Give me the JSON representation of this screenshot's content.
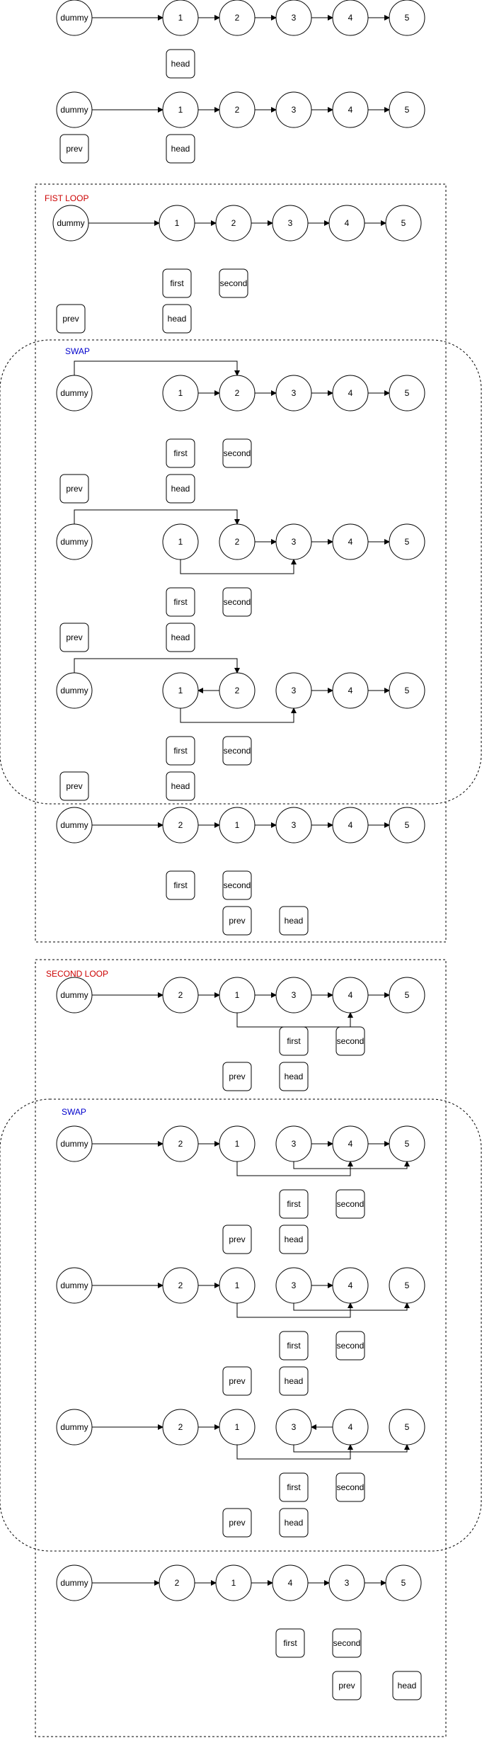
{
  "colors": {
    "stroke": "#000000",
    "loop_title": "#cc0000",
    "swap_title": "#0000cc",
    "background": "#ffffff"
  },
  "sections": {
    "first_loop": {
      "title": "FIST LOOP"
    },
    "first_swap": {
      "title": "SWAP"
    },
    "second_loop": {
      "title": "SECOND LOOP"
    },
    "second_swap": {
      "title": "SWAP"
    }
  },
  "rows": [
    {
      "nodes": [
        "dummy",
        "1",
        "2",
        "3",
        "4",
        "5"
      ],
      "pointers": [
        "head"
      ]
    },
    {
      "nodes": [
        "dummy",
        "1",
        "2",
        "3",
        "4",
        "5"
      ],
      "pointers": [
        "prev",
        "head"
      ]
    },
    {
      "nodes": [
        "dummy",
        "1",
        "2",
        "3",
        "4",
        "5"
      ],
      "pointers": [
        "first",
        "second",
        "prev",
        "head"
      ]
    },
    {
      "nodes": [
        "dummy",
        "1",
        "2",
        "3",
        "4",
        "5"
      ],
      "pointers": [
        "first",
        "second",
        "prev",
        "head"
      ]
    },
    {
      "nodes": [
        "dummy",
        "1",
        "2",
        "3",
        "4",
        "5"
      ],
      "pointers": [
        "first",
        "second",
        "prev",
        "head"
      ]
    },
    {
      "nodes": [
        "dummy",
        "1",
        "2",
        "3",
        "4",
        "5"
      ],
      "pointers": [
        "first",
        "second",
        "prev",
        "head"
      ]
    },
    {
      "nodes": [
        "dummy",
        "2",
        "1",
        "3",
        "4",
        "5"
      ],
      "pointers": [
        "first",
        "second",
        "prev",
        "head"
      ]
    },
    {
      "nodes": [
        "dummy",
        "2",
        "1",
        "3",
        "4",
        "5"
      ],
      "pointers": [
        "first",
        "second",
        "prev",
        "head"
      ]
    },
    {
      "nodes": [
        "dummy",
        "2",
        "1",
        "3",
        "4",
        "5"
      ],
      "pointers": [
        "first",
        "second",
        "prev",
        "head"
      ]
    },
    {
      "nodes": [
        "dummy",
        "2",
        "1",
        "3",
        "4",
        "5"
      ],
      "pointers": [
        "first",
        "second",
        "prev",
        "head"
      ]
    },
    {
      "nodes": [
        "dummy",
        "2",
        "1",
        "3",
        "4",
        "5"
      ],
      "pointers": [
        "first",
        "second",
        "prev",
        "head"
      ]
    },
    {
      "nodes": [
        "dummy",
        "2",
        "1",
        "4",
        "3",
        "5"
      ],
      "pointers": [
        "first",
        "second",
        "prev",
        "head"
      ]
    }
  ]
}
